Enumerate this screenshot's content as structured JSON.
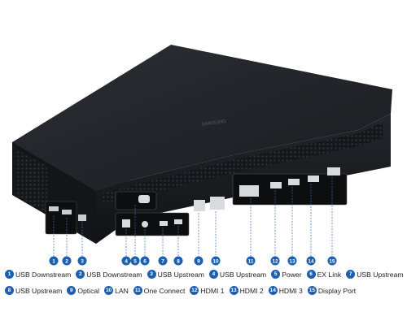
{
  "colors": {
    "accent": "#1c5fae",
    "device": "#1b1d21",
    "callout_line": "#3a6fb5"
  },
  "device": {
    "brand_text": "SAMSUNG"
  },
  "ports": [
    {
      "num": "1",
      "label": "USB Downstream"
    },
    {
      "num": "2",
      "label": "USB Downstream"
    },
    {
      "num": "3",
      "label": "USB Upstream"
    },
    {
      "num": "4",
      "label": "USB Upstream"
    },
    {
      "num": "5",
      "label": "Power"
    },
    {
      "num": "6",
      "label": "EX Link"
    },
    {
      "num": "7",
      "label": "USB Upstream"
    },
    {
      "num": "8",
      "label": "USB Upstream"
    },
    {
      "num": "9",
      "label": "Optical"
    },
    {
      "num": "10",
      "label": "LAN"
    },
    {
      "num": "11",
      "label": "One Connect"
    },
    {
      "num": "12",
      "label": "HDMI 1"
    },
    {
      "num": "13",
      "label": "HDMI 2"
    },
    {
      "num": "14",
      "label": "HDMI 3"
    },
    {
      "num": "15",
      "label": "Display Port"
    }
  ]
}
